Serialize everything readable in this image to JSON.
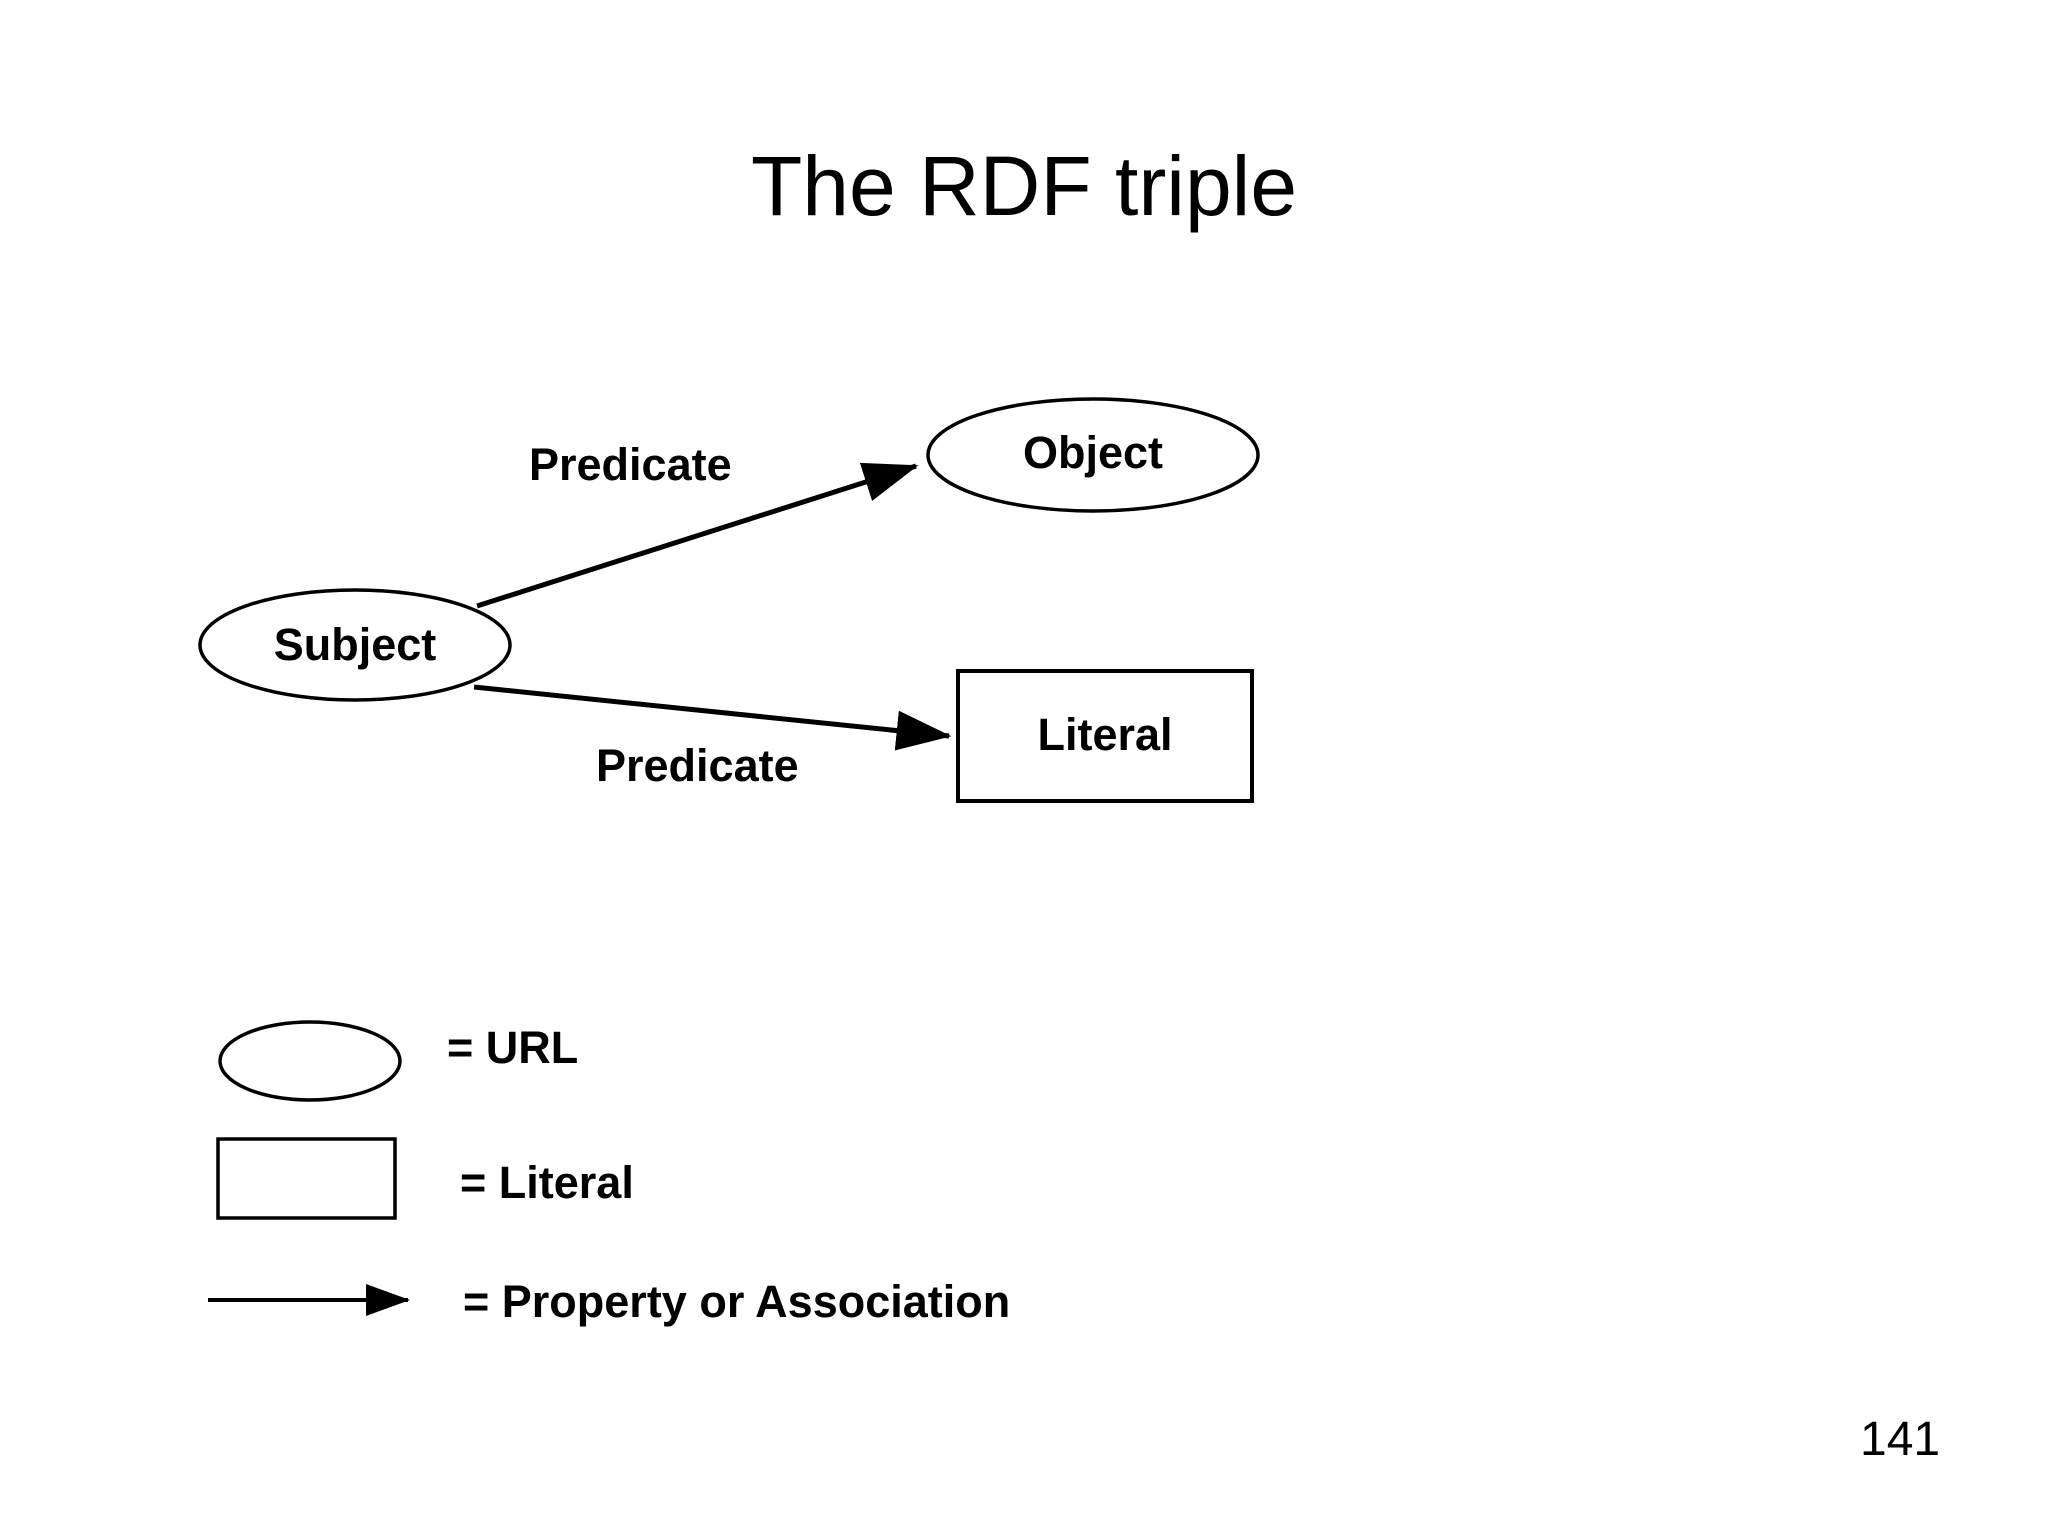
{
  "slide": {
    "title": "The RDF triple",
    "page_number": "141",
    "background_color": "#ffffff",
    "stroke_color": "#000000"
  },
  "diagram": {
    "type": "node-link",
    "nodes": [
      {
        "id": "subject",
        "label": "Subject",
        "shape": "ellipse"
      },
      {
        "id": "object",
        "label": "Object",
        "shape": "ellipse"
      },
      {
        "id": "literal",
        "label": "Literal",
        "shape": "rectangle"
      }
    ],
    "edges": [
      {
        "from": "subject",
        "to": "object",
        "label": "Predicate",
        "arrow": true
      },
      {
        "from": "subject",
        "to": "literal",
        "label": "Predicate",
        "arrow": true
      }
    ]
  },
  "legend": {
    "items": [
      {
        "symbol": "ellipse-icon",
        "text": "= URL"
      },
      {
        "symbol": "rectangle-icon",
        "text": "= Literal"
      },
      {
        "symbol": "arrow-icon",
        "text": "= Property or Association"
      }
    ]
  }
}
